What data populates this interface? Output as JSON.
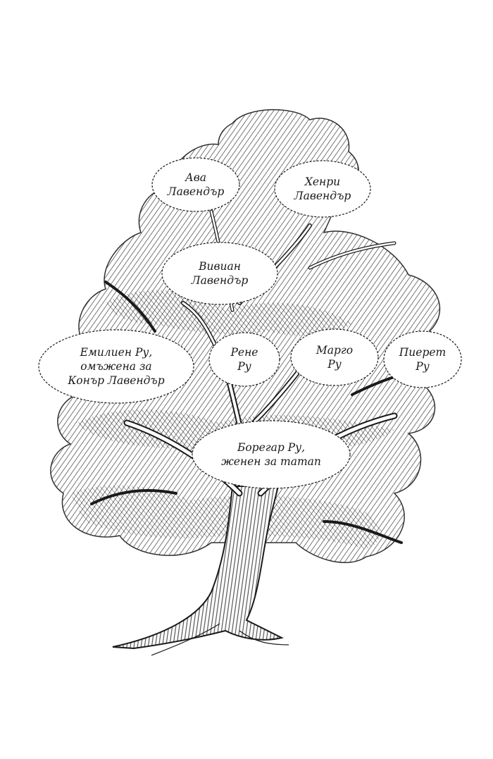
{
  "tree": {
    "nodes": [
      {
        "id": "ava",
        "lines": [
          "Ава",
          "Лавендър"
        ]
      },
      {
        "id": "henri",
        "lines": [
          "Хенри",
          "Лавендър"
        ]
      },
      {
        "id": "vivian",
        "lines": [
          "Вивиан",
          "Лавендър"
        ]
      },
      {
        "id": "emilien",
        "lines": [
          "Емилиен Ру,",
          "омъжена за",
          "Конър Лавендър"
        ]
      },
      {
        "id": "rene",
        "lines": [
          "Рене",
          "Ру"
        ]
      },
      {
        "id": "margo",
        "lines": [
          "Марго",
          "Ру"
        ]
      },
      {
        "id": "pieret",
        "lines": [
          "Пиерет",
          "Ру"
        ]
      },
      {
        "id": "boregar",
        "lines": [
          "Борегар Ру,",
          "женен за татап"
        ]
      }
    ]
  },
  "colors": {
    "ink": "#1a1a1a",
    "paper": "#ffffff"
  }
}
